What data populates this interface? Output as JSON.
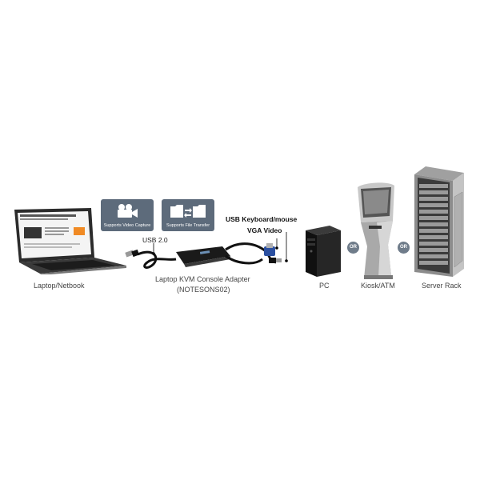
{
  "devices": {
    "laptop_label": "Laptop/Netbook",
    "pc_label": "PC",
    "kiosk_label": "Kiosk/ATM",
    "server_label": "Server Rack"
  },
  "adapter": {
    "name": "Laptop KVM Console Adapter",
    "model": "(NOTESONS02)"
  },
  "connectors": {
    "usb2": "USB 2.0",
    "usb_kbm": "USB Keyboard/mouse",
    "vga": "VGA Video"
  },
  "features": {
    "video_capture": "Supports Video Capture",
    "file_transfer": "Supports File Transfer"
  },
  "separators": {
    "or_1": "OR",
    "or_2": "OR"
  }
}
